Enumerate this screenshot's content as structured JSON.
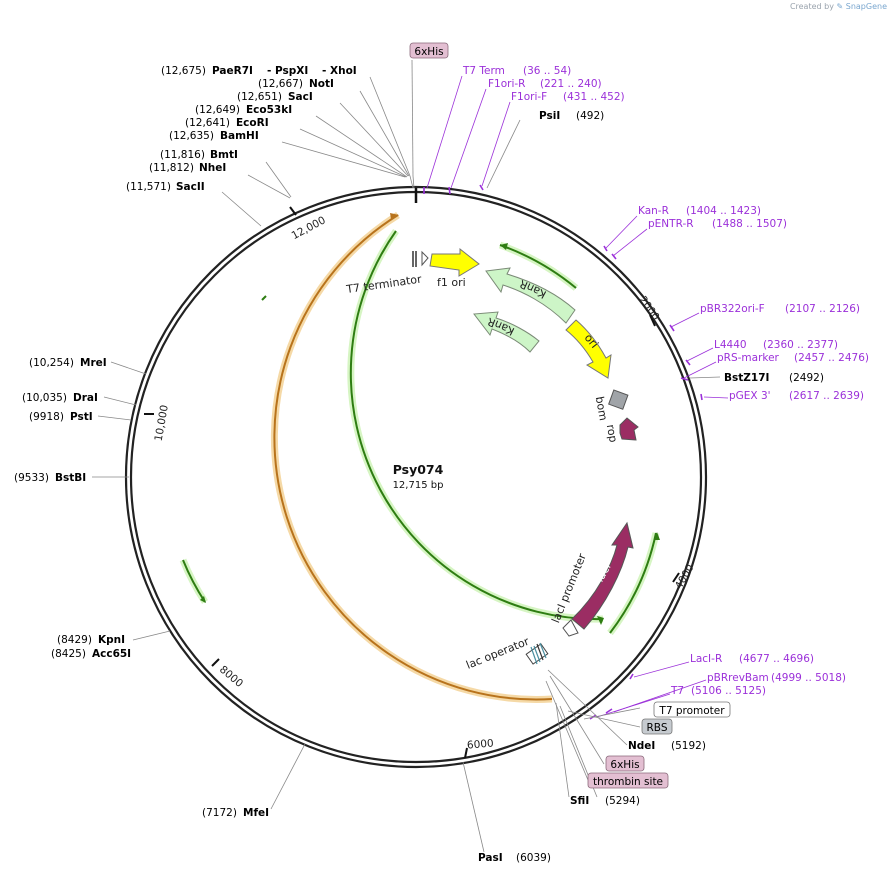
{
  "watermark": {
    "prefix": "Created by",
    "brand": "SnapGene"
  },
  "plasmid": {
    "name": "Psy074",
    "length_label": "12,715 bp",
    "length": 12715
  },
  "colors": {
    "backbone": "#222222",
    "primer": "#9b30d9",
    "site_text": "#000000",
    "kanR": "#cdf5c7",
    "ori": "#ffff00",
    "lacI": "#9b2d63",
    "rop": "#9b2d63",
    "bom": "#a0a4a8",
    "green_track": "#2e7d12",
    "orange_track": "#b8731c",
    "box_pink": "#e3bfd2",
    "box_gray": "#c6cbd0"
  },
  "ruler_ticks": [
    "2000",
    "4000",
    "6000",
    "8000",
    "10,000",
    "12,000"
  ],
  "features": {
    "t7_terminator": "T7 terminator",
    "f1_ori": "f1 ori",
    "kanr_outer": "KanR",
    "kanr_inner": "KanR",
    "ori": "ori",
    "bom": "bom",
    "rop": "rop",
    "laci": "lacI",
    "laci_promoter": "lacI promoter",
    "lac_operator": "lac operator"
  },
  "boxed_labels": {
    "his_top": "6xHis",
    "t7_promoter": "T7 promoter",
    "rbs": "RBS",
    "his_bottom": "6xHis",
    "thrombin": "thrombin site"
  },
  "top_left_sites": [
    {
      "pos": "(12,675)",
      "name": "PaeR7I",
      "extra1": "- PspXI",
      "extra2": "- XhoI"
    },
    {
      "pos": "(12,667)",
      "name": "NotI"
    },
    {
      "pos": "(12,651)",
      "name": "SacI"
    },
    {
      "pos": "(12,649)",
      "name": "Eco53kI"
    },
    {
      "pos": "(12,641)",
      "name": "EcoRI"
    },
    {
      "pos": "(12,635)",
      "name": "BamHI"
    },
    {
      "pos": "(11,816)",
      "name": "BmtI"
    },
    {
      "pos": "(11,812)",
      "name": "NheI"
    },
    {
      "pos": "(11,571)",
      "name": "SacII"
    }
  ],
  "left_sites": [
    {
      "pos": "(10,254)",
      "name": "MreI"
    },
    {
      "pos": "(10,035)",
      "name": "DraI"
    },
    {
      "pos": "(9918)",
      "name": "PstI"
    },
    {
      "pos": "(9533)",
      "name": "BstBI"
    },
    {
      "pos": "(8429)",
      "name": "KpnI"
    },
    {
      "pos": "(8425)",
      "name": "Acc65I"
    },
    {
      "pos": "(7172)",
      "name": "MfeI"
    }
  ],
  "right_sites": [
    {
      "name": "PsiI",
      "pos": "(492)"
    },
    {
      "name": "BstZ17I",
      "pos": "(2492)"
    },
    {
      "name": "NdeI",
      "pos": "(5192)"
    },
    {
      "name": "SfiI",
      "pos": "(5294)"
    },
    {
      "name": "PasI",
      "pos": "(6039)"
    }
  ],
  "primers": [
    {
      "name": "T7 Term",
      "range": "(36 .. 54)"
    },
    {
      "name": "F1ori-R",
      "range": "(221 .. 240)"
    },
    {
      "name": "F1ori-F",
      "range": "(431 .. 452)"
    },
    {
      "name": "Kan-R",
      "range": "(1404 .. 1423)"
    },
    {
      "name": "pENTR-R",
      "range": "(1488 .. 1507)"
    },
    {
      "name": "pBR322ori-F",
      "range": "(2107 .. 2126)"
    },
    {
      "name": "L4440",
      "range": "(2360 .. 2377)"
    },
    {
      "name": "pRS-marker",
      "range": "(2457 .. 2476)"
    },
    {
      "name": "pGEX 3'",
      "range": "(2617 .. 2639)"
    },
    {
      "name": "LacI-R",
      "range": "(4677 .. 4696)"
    },
    {
      "name": "pBRrevBam",
      "range": "(4999 .. 5018)"
    },
    {
      "name": "T7",
      "range": "(5106 .. 5125)"
    }
  ]
}
